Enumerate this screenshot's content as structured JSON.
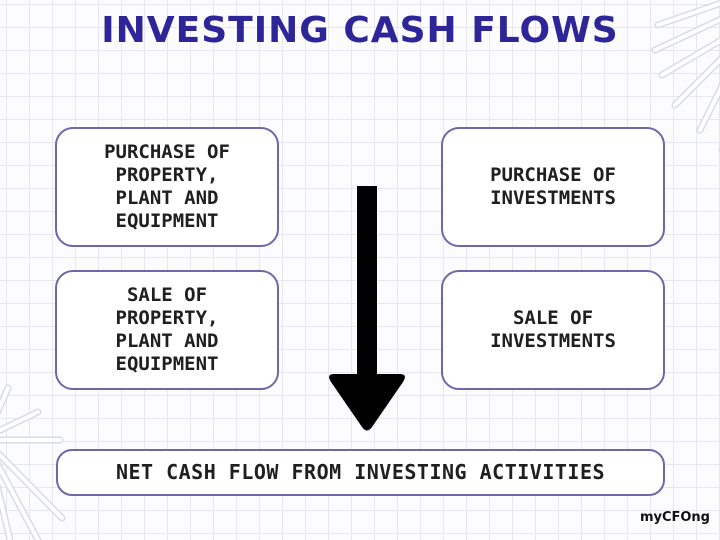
{
  "title": "INVESTING CASH FLOWS",
  "boxes": {
    "purchase_ppe": "PURCHASE OF\nPROPERTY,\nPLANT AND\nEQUIPMENT",
    "purchase_investments": "PURCHASE OF\nINVESTMENTS",
    "sale_ppe": "SALE OF\nPROPERTY,\nPLANT AND\nEQUIPMENT",
    "sale_investments": "SALE OF\nINVESTMENTS",
    "net": "NET CASH FLOW FROM INVESTING ACTIVITIES"
  },
  "logo": "myCFOng",
  "colors": {
    "title": "#2e2598",
    "box_border": "#6f68a8",
    "arrow": "#000000",
    "grid": "#e6e7ef"
  }
}
